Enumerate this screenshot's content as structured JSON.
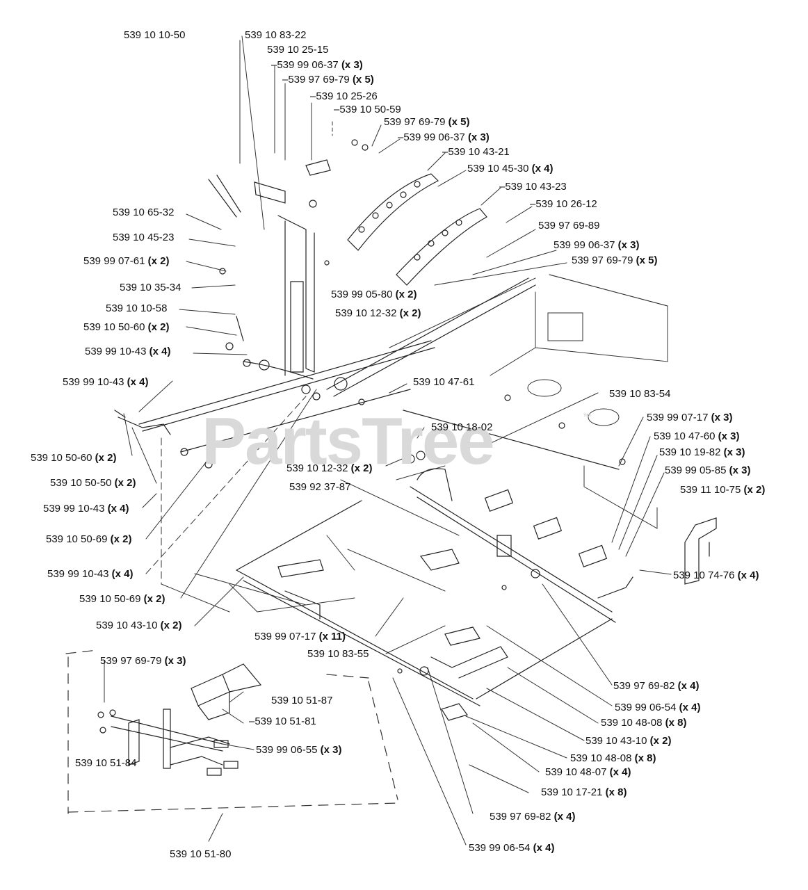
{
  "watermark": {
    "text": "PartsTree",
    "trademark": "™"
  },
  "labels": [
    {
      "id": "l01",
      "part": "539 10 10-50",
      "qty": ""
    },
    {
      "id": "l02",
      "part": "539 10 83-22",
      "qty": ""
    },
    {
      "id": "l03",
      "part": "539 10 25-15",
      "qty": ""
    },
    {
      "id": "l04",
      "part": "539 99 06-37",
      "qty": "(x 3)"
    },
    {
      "id": "l05",
      "part": "539 97 69-79",
      "qty": "(x 5)"
    },
    {
      "id": "l06",
      "part": "539 10 25-26",
      "qty": ""
    },
    {
      "id": "l07",
      "part": "539 10 50-59",
      "qty": ""
    },
    {
      "id": "l08",
      "part": "539 97 69-79",
      "qty": "(x 5)"
    },
    {
      "id": "l09",
      "part": "539 99 06-37",
      "qty": "(x 3)"
    },
    {
      "id": "l10",
      "part": "539 10 43-21",
      "qty": ""
    },
    {
      "id": "l11",
      "part": "539 10 45-30",
      "qty": "(x 4)"
    },
    {
      "id": "l12",
      "part": "539 10 43-23",
      "qty": ""
    },
    {
      "id": "l13",
      "part": "539 10 26-12",
      "qty": ""
    },
    {
      "id": "l14",
      "part": "539 97 69-89",
      "qty": ""
    },
    {
      "id": "l15",
      "part": "539 99 06-37",
      "qty": "(x 3)"
    },
    {
      "id": "l16",
      "part": "539 97 69-79",
      "qty": "(x 5)"
    },
    {
      "id": "l17",
      "part": "539 10 65-32",
      "qty": ""
    },
    {
      "id": "l18",
      "part": "539 10 45-23",
      "qty": ""
    },
    {
      "id": "l19",
      "part": "539 99 07-61",
      "qty": "(x 2)"
    },
    {
      "id": "l20",
      "part": "539 10 35-34",
      "qty": ""
    },
    {
      "id": "l21",
      "part": "539 10 10-58",
      "qty": ""
    },
    {
      "id": "l22",
      "part": "539 10 50-60",
      "qty": "(x 2)"
    },
    {
      "id": "l23",
      "part": "539 99 10-43",
      "qty": "(x 4)"
    },
    {
      "id": "l24",
      "part": "539 99 05-80",
      "qty": "(x 2)"
    },
    {
      "id": "l25",
      "part": "539 10 12-32",
      "qty": "(x 2)"
    },
    {
      "id": "l26",
      "part": "539 99 10-43",
      "qty": "(x 4)"
    },
    {
      "id": "l27",
      "part": "539 10 47-61",
      "qty": ""
    },
    {
      "id": "l28",
      "part": "539 10 83-54",
      "qty": ""
    },
    {
      "id": "l29",
      "part": "539 10 18-02",
      "qty": ""
    },
    {
      "id": "l30",
      "part": "539 99 07-17",
      "qty": "(x 3)"
    },
    {
      "id": "l31",
      "part": "539 10 47-60",
      "qty": "(x 3)"
    },
    {
      "id": "l32",
      "part": "539 10 50-60",
      "qty": "(x 2)"
    },
    {
      "id": "l33",
      "part": "539 10 12-32",
      "qty": "(x 2)"
    },
    {
      "id": "l34",
      "part": "539 10 19-82",
      "qty": "(x 3)"
    },
    {
      "id": "l35",
      "part": "539 10 50-50",
      "qty": "(x 2)"
    },
    {
      "id": "l36",
      "part": "539 92 37-87",
      "qty": ""
    },
    {
      "id": "l37",
      "part": "539 99 05-85",
      "qty": "(x 3)"
    },
    {
      "id": "l38",
      "part": "539 11 10-75",
      "qty": "(x 2)"
    },
    {
      "id": "l39",
      "part": "539 99 10-43",
      "qty": "(x 4)"
    },
    {
      "id": "l40",
      "part": "539 10 50-69",
      "qty": "(x 2)"
    },
    {
      "id": "l41",
      "part": "539 99 10-43",
      "qty": "(x 4)"
    },
    {
      "id": "l42",
      "part": "539 10 74-76",
      "qty": "(x 4)"
    },
    {
      "id": "l43",
      "part": "539 10 50-69",
      "qty": "(x 2)"
    },
    {
      "id": "l44",
      "part": "539 10 43-10",
      "qty": "(x 2)"
    },
    {
      "id": "l45",
      "part": "539 99 07-17",
      "qty": "(x 11)"
    },
    {
      "id": "l46",
      "part": "539 10 83-55",
      "qty": ""
    },
    {
      "id": "l47",
      "part": "539 97 69-79",
      "qty": "(x 3)"
    },
    {
      "id": "l48",
      "part": "539 10 51-87",
      "qty": ""
    },
    {
      "id": "l49",
      "part": "539 10 51-81",
      "qty": ""
    },
    {
      "id": "l50",
      "part": "539 97 69-82",
      "qty": "(x 4)"
    },
    {
      "id": "l51",
      "part": "539 99 06-54",
      "qty": "(x 4)"
    },
    {
      "id": "l52",
      "part": "539 10 48-08",
      "qty": "(x 8)"
    },
    {
      "id": "l53",
      "part": "539 99 06-55",
      "qty": "(x 3)"
    },
    {
      "id": "l54",
      "part": "539 10 43-10",
      "qty": "(x 2)"
    },
    {
      "id": "l55",
      "part": "539 10 51-84",
      "qty": ""
    },
    {
      "id": "l56",
      "part": "539 10 48-08",
      "qty": "(x 8)"
    },
    {
      "id": "l57",
      "part": "539 10 48-07",
      "qty": "(x 4)"
    },
    {
      "id": "l58",
      "part": "539 10 17-21",
      "qty": "(x 8)"
    },
    {
      "id": "l59",
      "part": "539 97 69-82",
      "qty": "(x 4)"
    },
    {
      "id": "l60",
      "part": "539 99 06-54",
      "qty": "(x 4)"
    },
    {
      "id": "l61",
      "part": "539 10 51-80",
      "qty": ""
    }
  ]
}
